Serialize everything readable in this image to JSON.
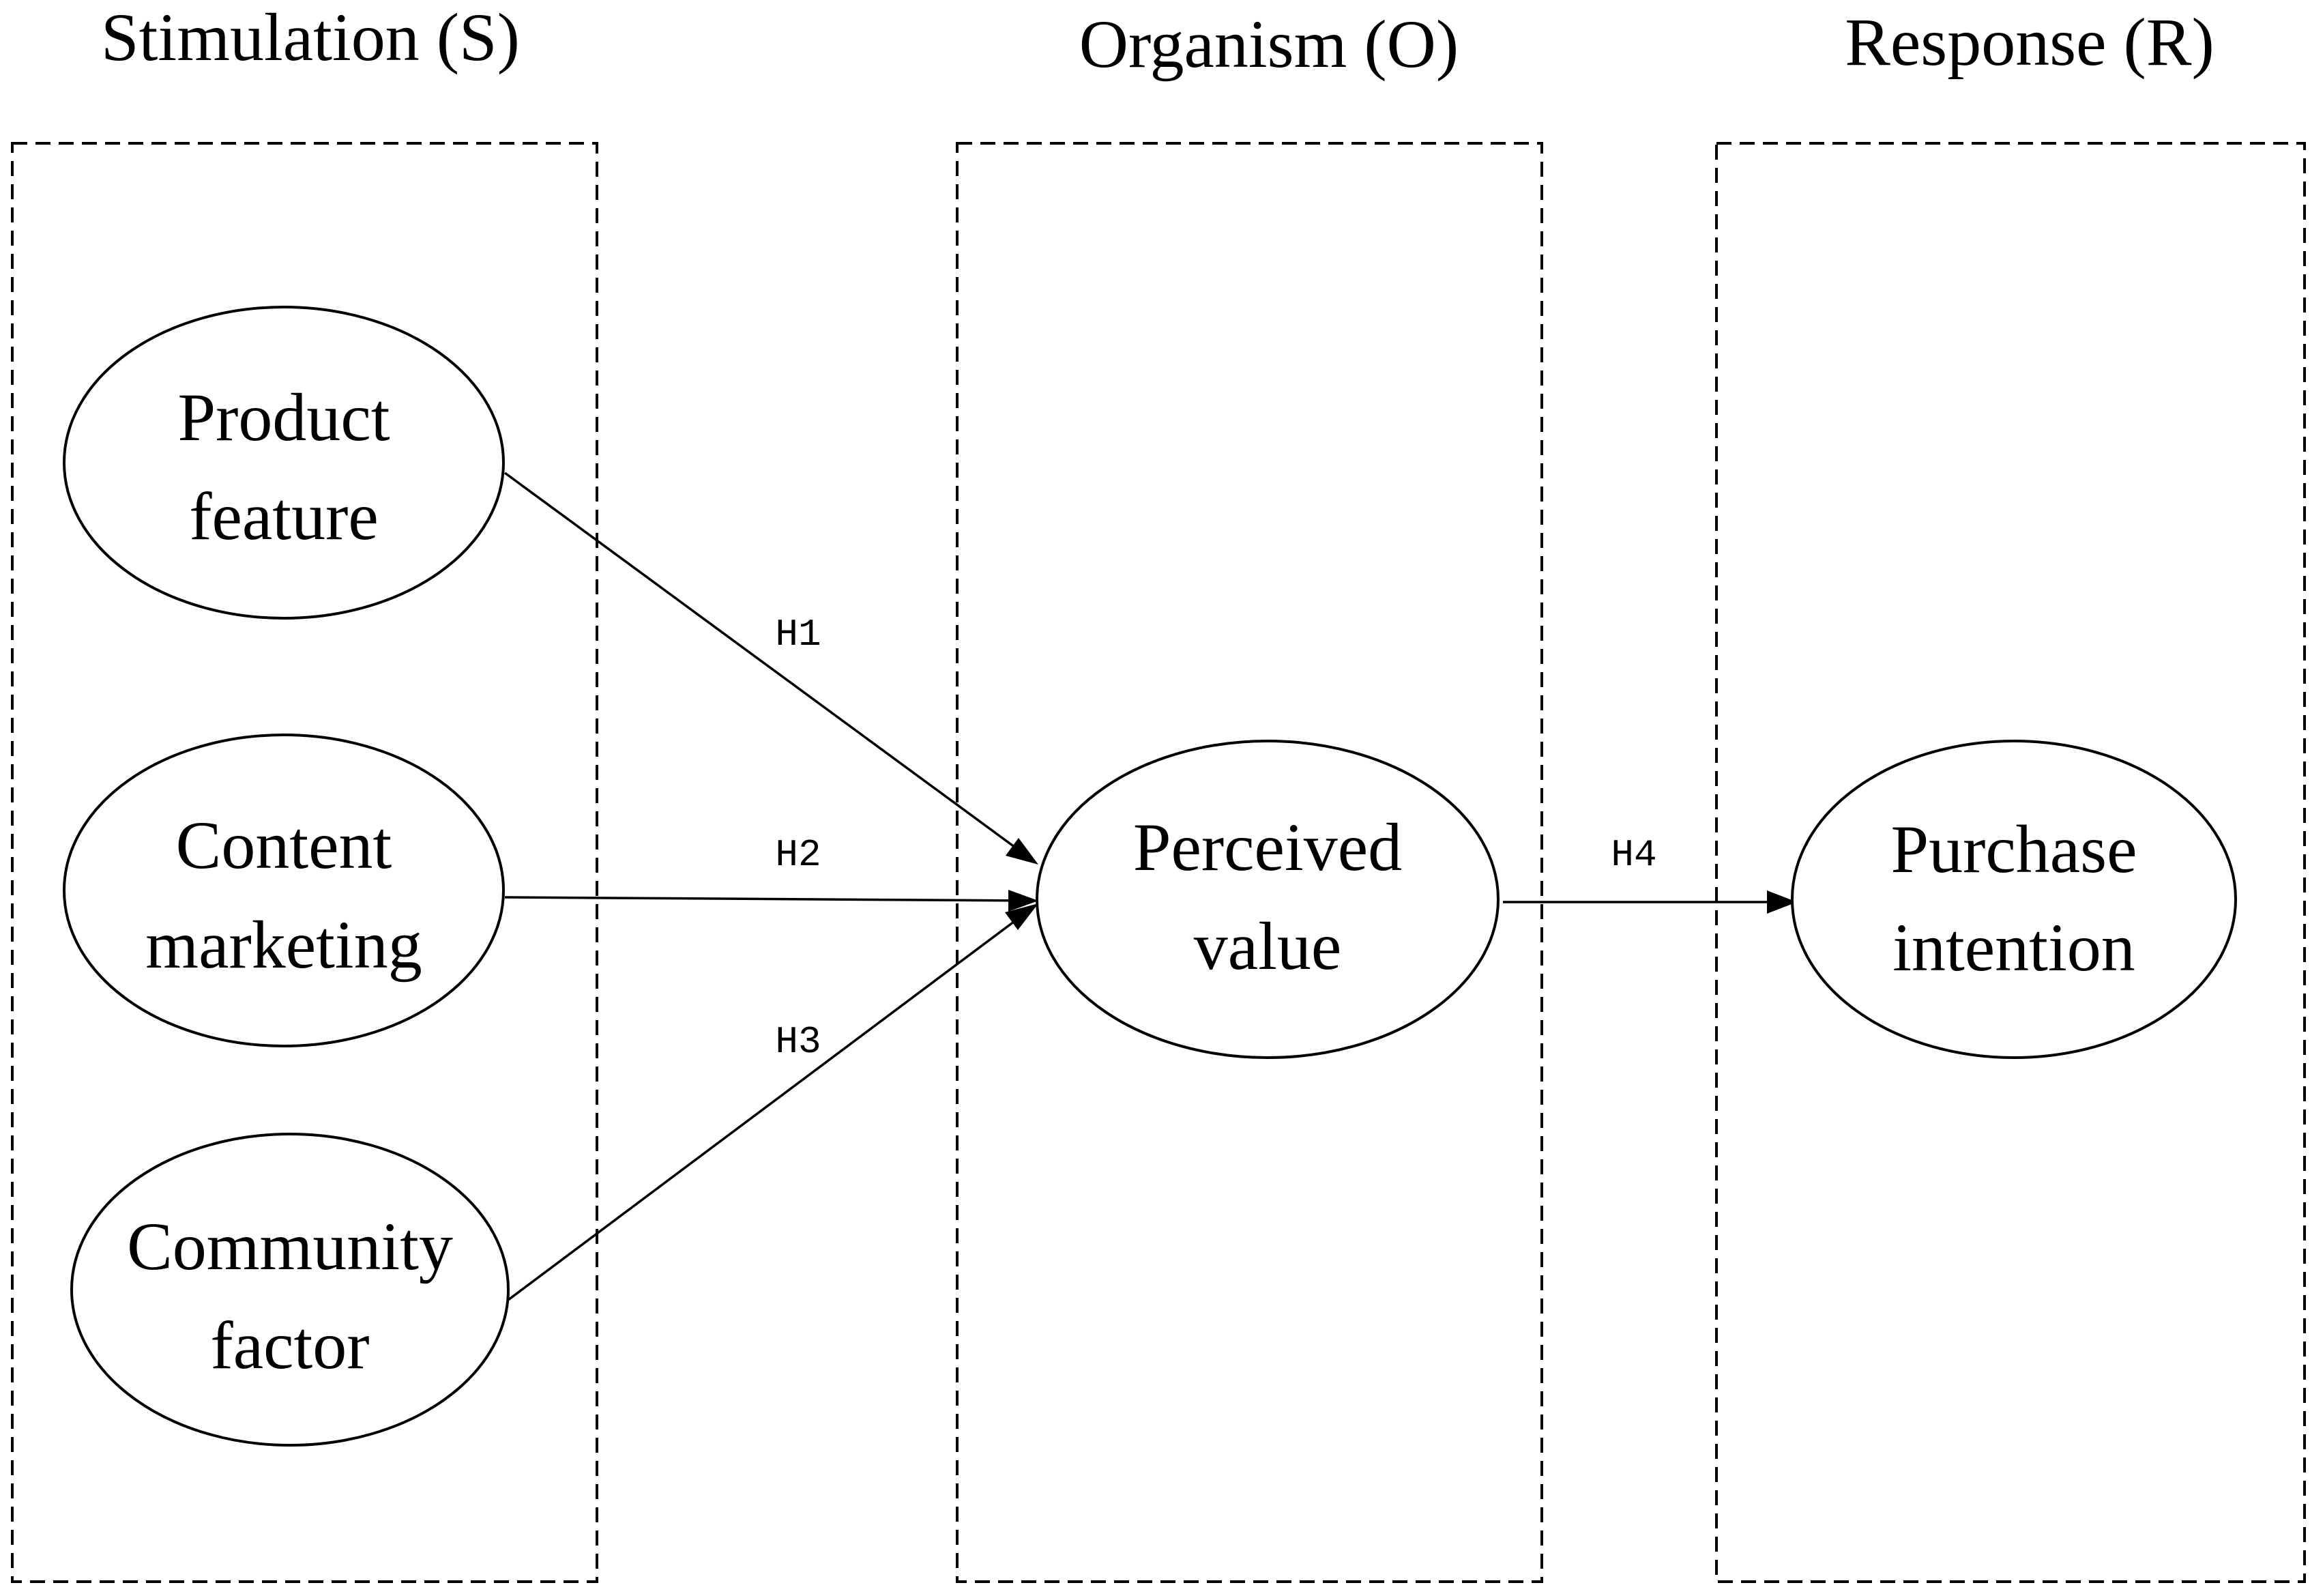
{
  "columns": [
    {
      "id": "s",
      "title": "Stimulation (S)"
    },
    {
      "id": "o",
      "title": "Organism (O)"
    },
    {
      "id": "r",
      "title": "Response (R)"
    }
  ],
  "nodes": [
    {
      "id": "product",
      "lines": [
        "Product",
        "feature"
      ]
    },
    {
      "id": "content",
      "lines": [
        "Content",
        "marketing"
      ]
    },
    {
      "id": "community",
      "lines": [
        "Community",
        "factor"
      ]
    },
    {
      "id": "perceived",
      "lines": [
        "Perceived",
        "value"
      ]
    },
    {
      "id": "purchase",
      "lines": [
        "Purchase",
        "intention"
      ]
    }
  ],
  "edges": [
    {
      "id": "h1",
      "from": "product",
      "to": "perceived",
      "label": "H1"
    },
    {
      "id": "h2",
      "from": "content",
      "to": "perceived",
      "label": "H2"
    },
    {
      "id": "h3",
      "from": "community",
      "to": "perceived",
      "label": "H3"
    },
    {
      "id": "h4",
      "from": "perceived",
      "to": "purchase",
      "label": "H4"
    }
  ]
}
